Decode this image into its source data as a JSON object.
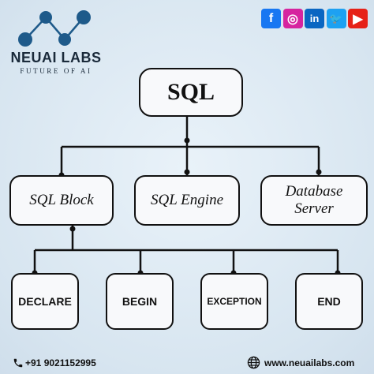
{
  "brand": {
    "name": "NEUAI LABS",
    "tagline": "FUTURE OF AI"
  },
  "social": [
    {
      "icon": "facebook-icon",
      "glyph": "f",
      "color": "#1877f2"
    },
    {
      "icon": "instagram-icon",
      "glyph": "◎",
      "color": "#d6249f"
    },
    {
      "icon": "linkedin-icon",
      "glyph": "in",
      "color": "#0a66c2"
    },
    {
      "icon": "twitter-icon",
      "glyph": "🐦",
      "color": "#1da1f2"
    },
    {
      "icon": "youtube-icon",
      "glyph": "▶",
      "color": "#e62117"
    }
  ],
  "diagram": {
    "root": "SQL",
    "level1": [
      "SQL Block",
      "SQL Engine",
      "Database Server"
    ],
    "level2": [
      "DECLARE",
      "BEGIN",
      "EXCEPTION",
      "END"
    ]
  },
  "footer": {
    "phone": "+91 9021152995",
    "website": "www.neuailabs.com"
  },
  "colors": {
    "background": "#dde9f3",
    "logo": "#1e5a8a",
    "stroke": "#111111"
  }
}
